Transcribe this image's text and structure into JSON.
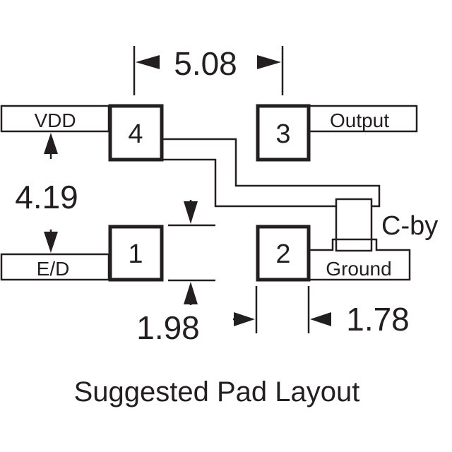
{
  "title": "Suggested Pad Layout",
  "pads": [
    {
      "number": "4",
      "label": "VDD"
    },
    {
      "number": "3",
      "label": "Output"
    },
    {
      "number": "1",
      "label": "E/D"
    },
    {
      "number": "2",
      "label": "Ground"
    }
  ],
  "capacitor_label": "C-by",
  "dimensions": {
    "pad_pitch_horizontal": "5.08",
    "pad_pitch_vertical": "4.19",
    "pad_height": "1.98",
    "pad_gap": "1.78"
  },
  "colors": {
    "ink": "#231f20",
    "background": "#ffffff"
  }
}
